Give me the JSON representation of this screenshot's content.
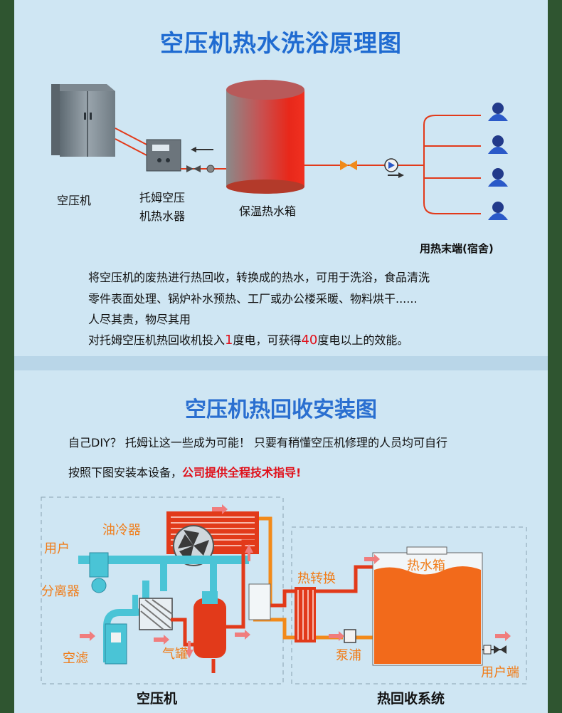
{
  "principle": {
    "title": "空压机热水洗浴原理图",
    "labels": {
      "compressor": "空压机",
      "heater_line1": "托姆空压",
      "heater_line2": "机热水器",
      "tank": "保温热水箱",
      "end_user": "用热末端(宿舍)"
    },
    "desc": {
      "line1": "将空压机的废热进行热回收，转换成的热水，可用于洗浴，食品清洗",
      "line2": "零件表面处理、锅炉补水预热、工厂或办公楼采暖、物料烘干......",
      "line3": "人尽其责，物尽其用",
      "line4_a": "对托姆空压机热回收机投入",
      "line4_b": "1",
      "line4_c": "度电，可获得",
      "line4_d": "40",
      "line4_e": "度电以上的效能。"
    }
  },
  "install": {
    "title": "空压机热回收安装图",
    "intro1": "自己DIY？ 托姆让这一些成为可能！  只要有稍懂空压机修理的人员均可自行",
    "intro2_a": "按照下图安装本设备，",
    "intro2_b": "公司提供全程技术指导!",
    "labels": {
      "oil_cooler": "油冷器",
      "user": "用户",
      "separator": "分离器",
      "air_filter": "空滤",
      "gas_tank": "气罐",
      "heat_exchanger": "热转换",
      "hot_water_tank": "热水箱",
      "pump": "泵浦",
      "user_end": "用户端",
      "compressor": "空压机",
      "recovery_system": "热回收系统"
    }
  },
  "colors": {
    "title_blue": "#1f6bd1",
    "highlight_red": "#e0101a",
    "label_orange": "#f07d1a",
    "pipe_red": "#e23a1a",
    "tank_orange": "#f26a1b"
  }
}
